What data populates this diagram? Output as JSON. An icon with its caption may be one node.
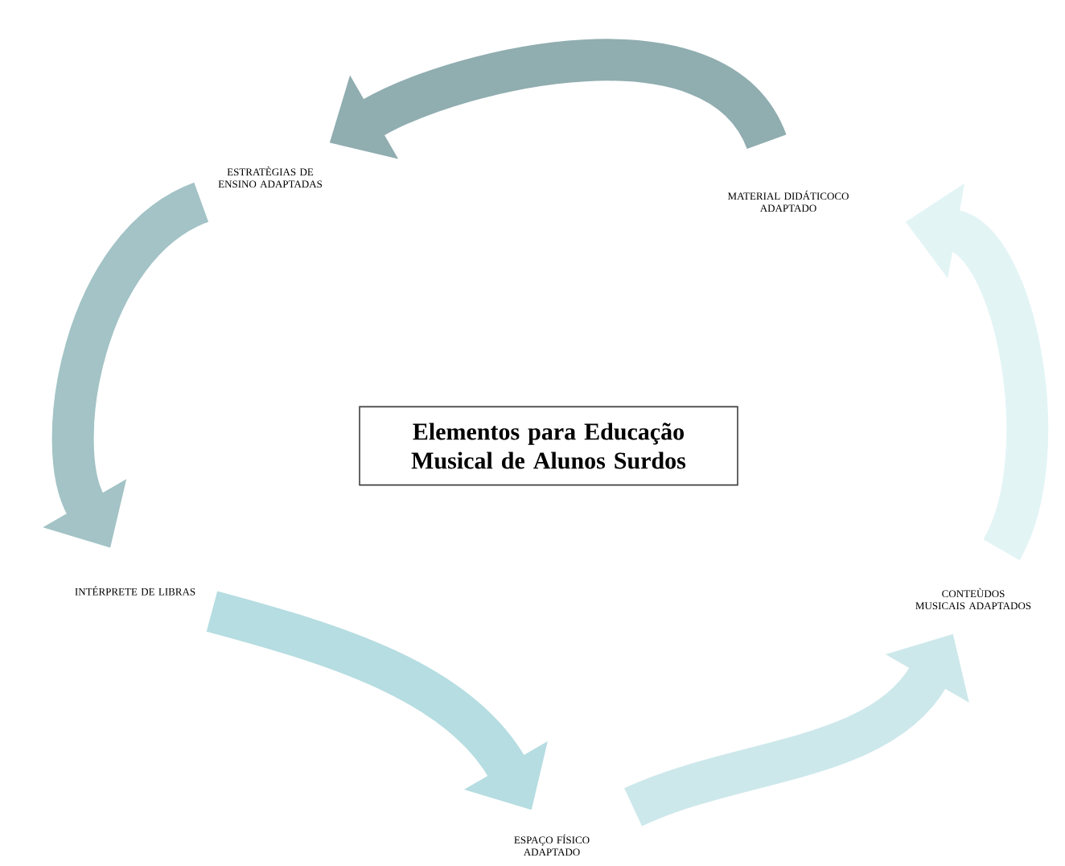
{
  "diagram": {
    "nodes": [
      {
        "text": [
          "Elementos para Educação Musical de Alunos Surdos"
        ]
      },
      {
        "text": [
          "ESTRATÈGIAS DE ENSINO ADAPTADAS"
        ]
      },
      {
        "text": [
          "MATERIAL DIDÁTICOCO ADAPTADO"
        ]
      },
      {
        "text": [
          "INTÉRPRETE DE LIBRAS"
        ]
      },
      {
        "text": [
          "CONTEÙDOS MUSICAIS  ADAPTADOS"
        ]
      },
      {
        "text": [
          "ESPAÇO FÍSICO ADAPTADO"
        ]
      }
    ],
    "edges": [
      {
        "from": 2,
        "to": 1,
        "arrow": "to",
        "color": "#90adb0"
      },
      {
        "from": 1,
        "to": 3,
        "arrow": "to",
        "color": "#a3c3c6"
      },
      {
        "from": 3,
        "to": 5,
        "arrow": "to",
        "color": "#b6dde1"
      },
      {
        "from": 5,
        "to": 4,
        "arrow": "to",
        "color": "#cde8eb"
      },
      {
        "from": 4,
        "to": 2,
        "arrow": "to",
        "color": "#e3f4f5"
      }
    ]
  }
}
